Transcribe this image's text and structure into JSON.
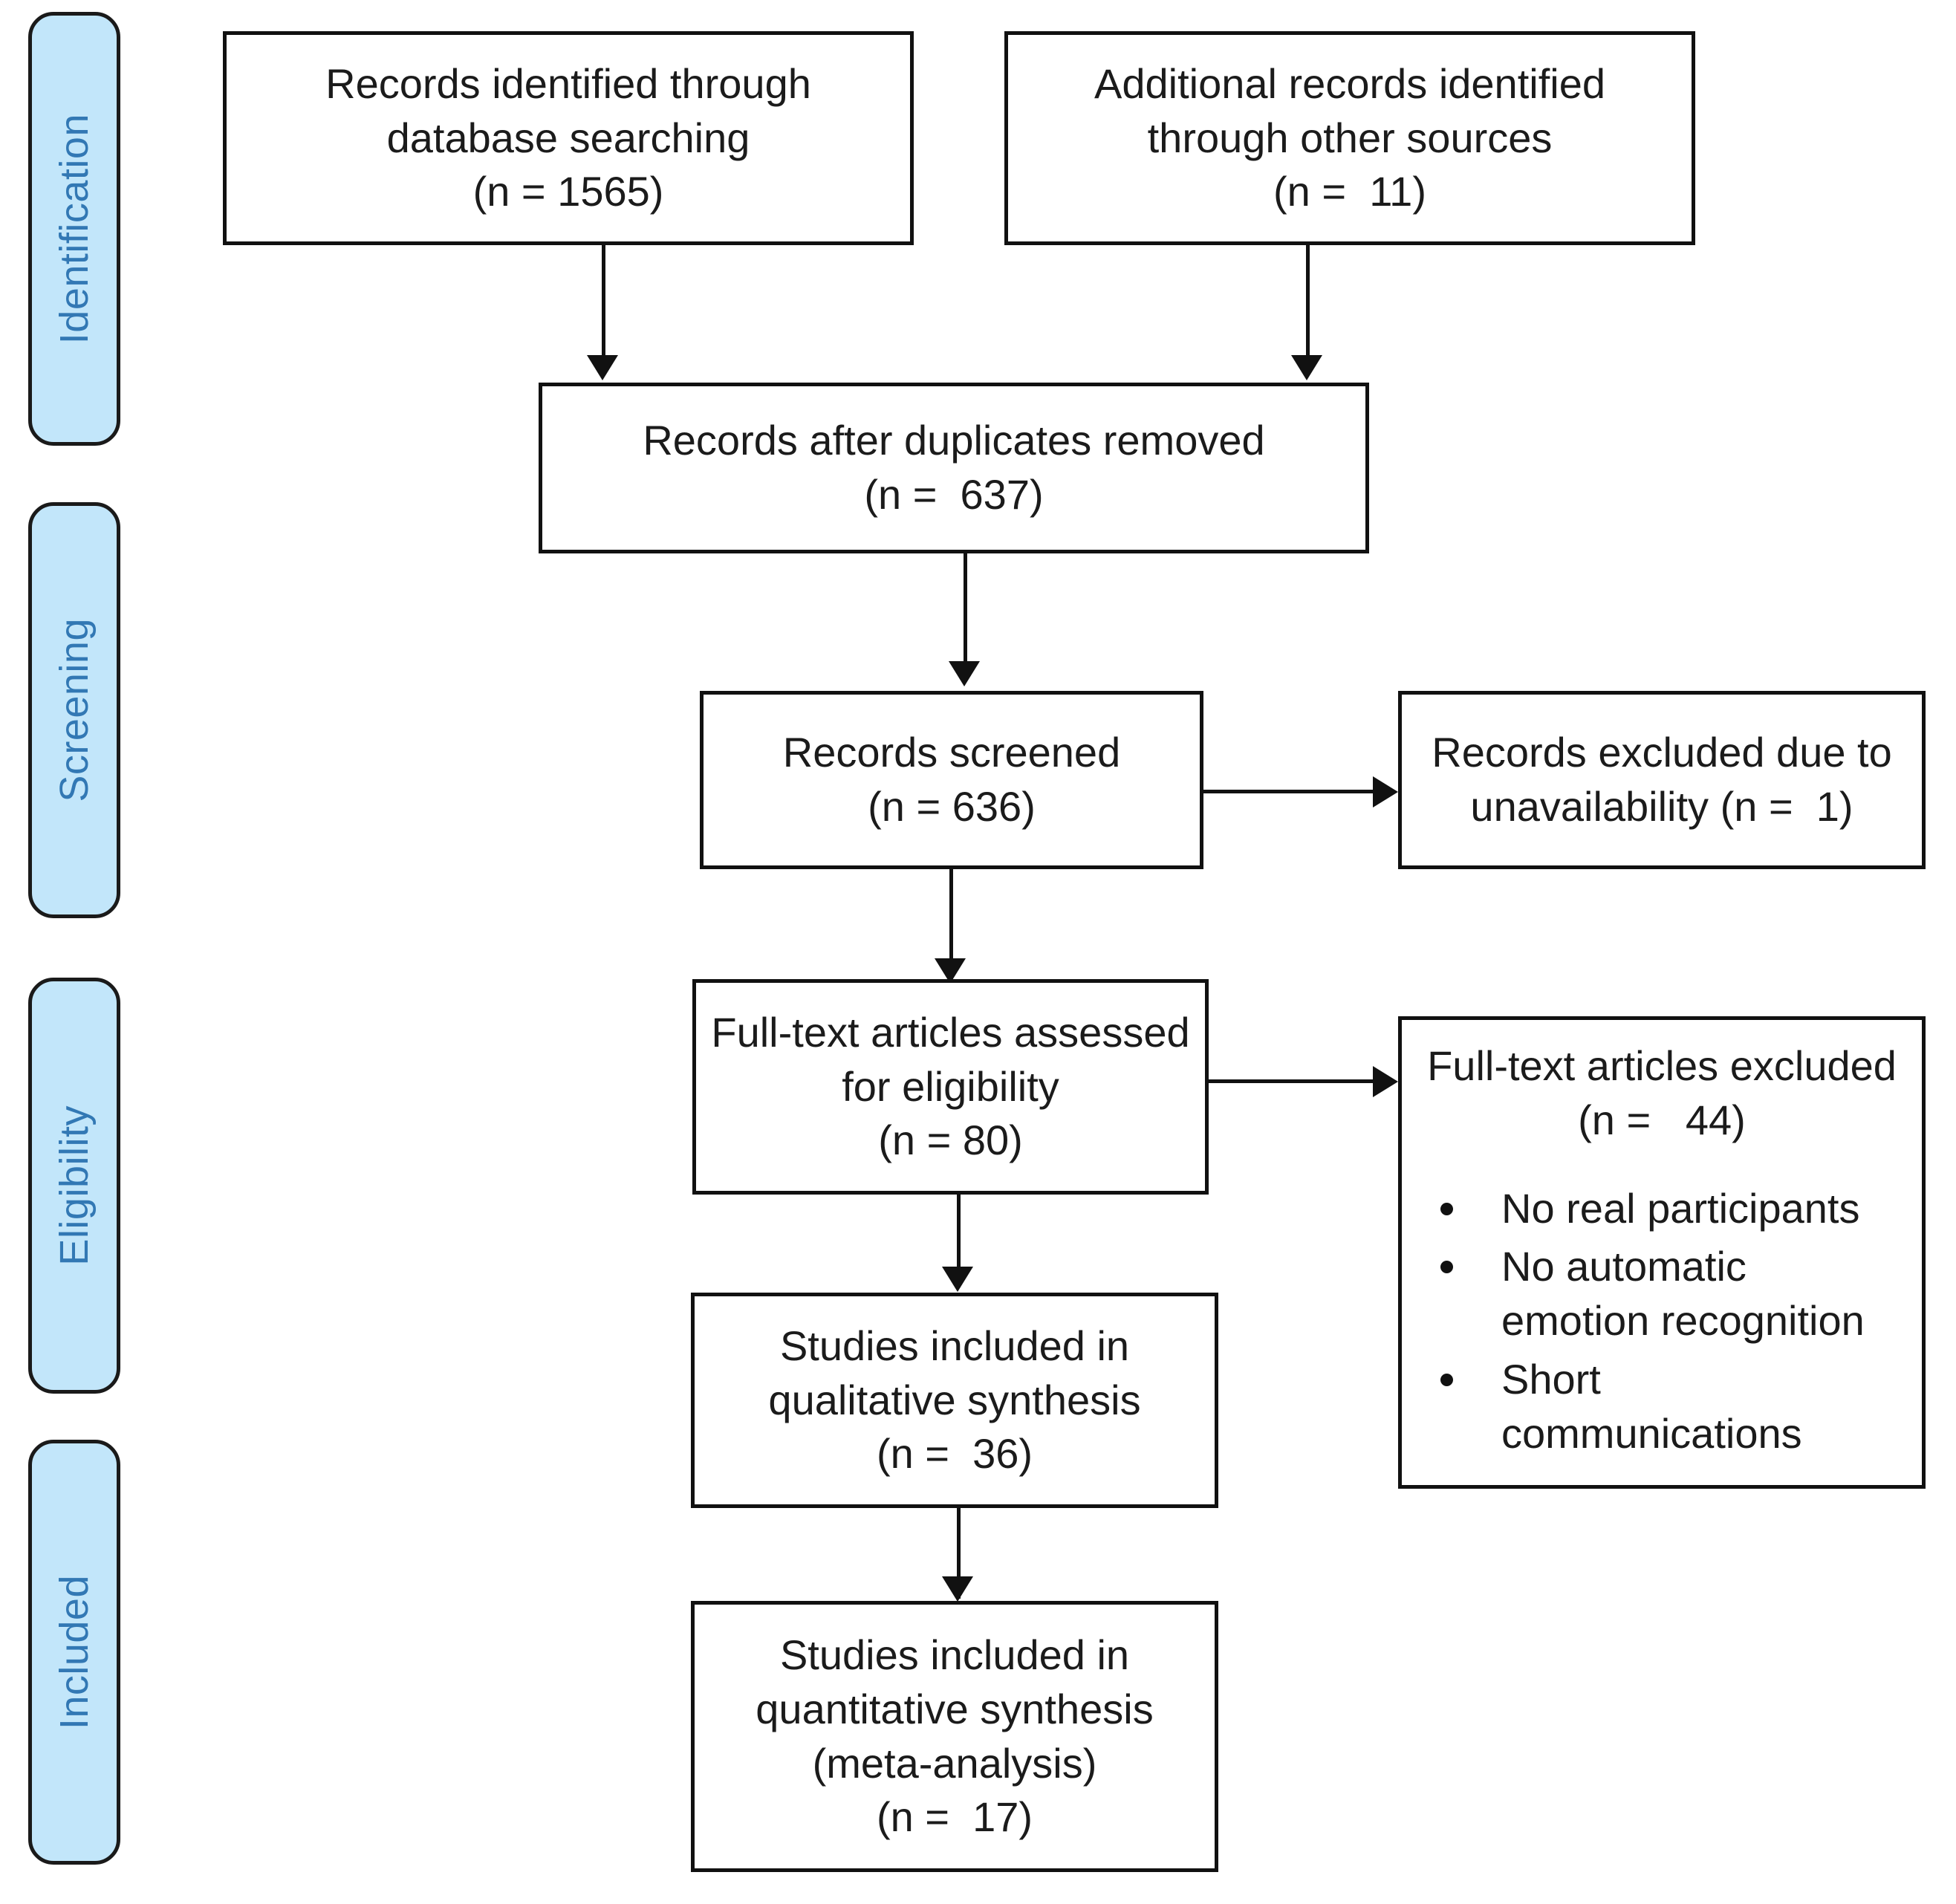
{
  "diagram": {
    "title": "PRISMA Flow Diagram",
    "colors": {
      "stage_fill": "#C2E6FA",
      "stage_text": "#3278B4",
      "box_border": "#111111",
      "box_fill": "#FFFFFF",
      "text": "#1B1B1B"
    }
  },
  "stages": [
    {
      "id": "identification",
      "label": "Identification"
    },
    {
      "id": "screening",
      "label": "Screening"
    },
    {
      "id": "eligibility",
      "label": "Eligibility"
    },
    {
      "id": "included",
      "label": "Included"
    }
  ],
  "boxes": {
    "records_database": {
      "line1": "Records identified through",
      "line2": "database searching",
      "line3": "(n = 1565)"
    },
    "records_other": {
      "line1": "Additional records identified",
      "line2": "through other sources",
      "line3": "(n =  11)"
    },
    "duplicates_removed": {
      "line1": "Records after duplicates removed",
      "line2": "(n =  637)"
    },
    "records_screened": {
      "line1": "Records screened",
      "line2": "(n = 636)"
    },
    "records_excluded": {
      "line1": "Records excluded due to",
      "line2": "unavailability (n =  1)"
    },
    "fulltext_assessed": {
      "line1": "Full-text articles assessed",
      "line2": "for eligibility",
      "line3": "(n = 80)"
    },
    "fulltext_excluded": {
      "line1": "Full-text articles excluded",
      "line2": "(n =   44)",
      "reasons": [
        "No real participants",
        "No automatic\nemotion recognition",
        "Short\ncommunications"
      ]
    },
    "qualitative_synthesis": {
      "line1": "Studies included in",
      "line2": "qualitative synthesis",
      "line3": "(n =  36)"
    },
    "quantitative_synthesis": {
      "line1": "Studies included in",
      "line2": "quantitative synthesis",
      "line3": "(meta-analysis)",
      "line4": "(n =  17)"
    }
  },
  "chart_data": {
    "type": "diagram",
    "title": "PRISMA systematic review flow diagram",
    "stages": [
      "Identification",
      "Screening",
      "Eligibility",
      "Included"
    ],
    "nodes": [
      {
        "id": "records_database",
        "stage": "Identification",
        "label": "Records identified through database searching",
        "n": 1565
      },
      {
        "id": "records_other",
        "stage": "Identification",
        "label": "Additional records identified through other sources",
        "n": 11
      },
      {
        "id": "duplicates_removed",
        "stage": "Identification",
        "label": "Records after duplicates removed",
        "n": 637
      },
      {
        "id": "records_screened",
        "stage": "Screening",
        "label": "Records screened",
        "n": 636
      },
      {
        "id": "records_excluded",
        "stage": "Screening",
        "label": "Records excluded due to unavailability",
        "n": 1
      },
      {
        "id": "fulltext_assessed",
        "stage": "Eligibility",
        "label": "Full-text articles assessed for eligibility",
        "n": 80
      },
      {
        "id": "fulltext_excluded",
        "stage": "Eligibility",
        "label": "Full-text articles excluded",
        "n": 44,
        "reasons": [
          "No real participants",
          "No automatic emotion recognition",
          "Short communications"
        ]
      },
      {
        "id": "qualitative_synthesis",
        "stage": "Included",
        "label": "Studies included in qualitative synthesis",
        "n": 36
      },
      {
        "id": "quantitative_synthesis",
        "stage": "Included",
        "label": "Studies included in quantitative synthesis (meta-analysis)",
        "n": 17
      }
    ],
    "edges": [
      {
        "from": "records_database",
        "to": "duplicates_removed",
        "direction": "down"
      },
      {
        "from": "records_other",
        "to": "duplicates_removed",
        "direction": "down"
      },
      {
        "from": "duplicates_removed",
        "to": "records_screened",
        "direction": "down"
      },
      {
        "from": "records_screened",
        "to": "records_excluded",
        "direction": "right"
      },
      {
        "from": "records_screened",
        "to": "fulltext_assessed",
        "direction": "down"
      },
      {
        "from": "fulltext_assessed",
        "to": "fulltext_excluded",
        "direction": "right"
      },
      {
        "from": "fulltext_assessed",
        "to": "qualitative_synthesis",
        "direction": "down"
      },
      {
        "from": "qualitative_synthesis",
        "to": "quantitative_synthesis",
        "direction": "down"
      }
    ]
  }
}
